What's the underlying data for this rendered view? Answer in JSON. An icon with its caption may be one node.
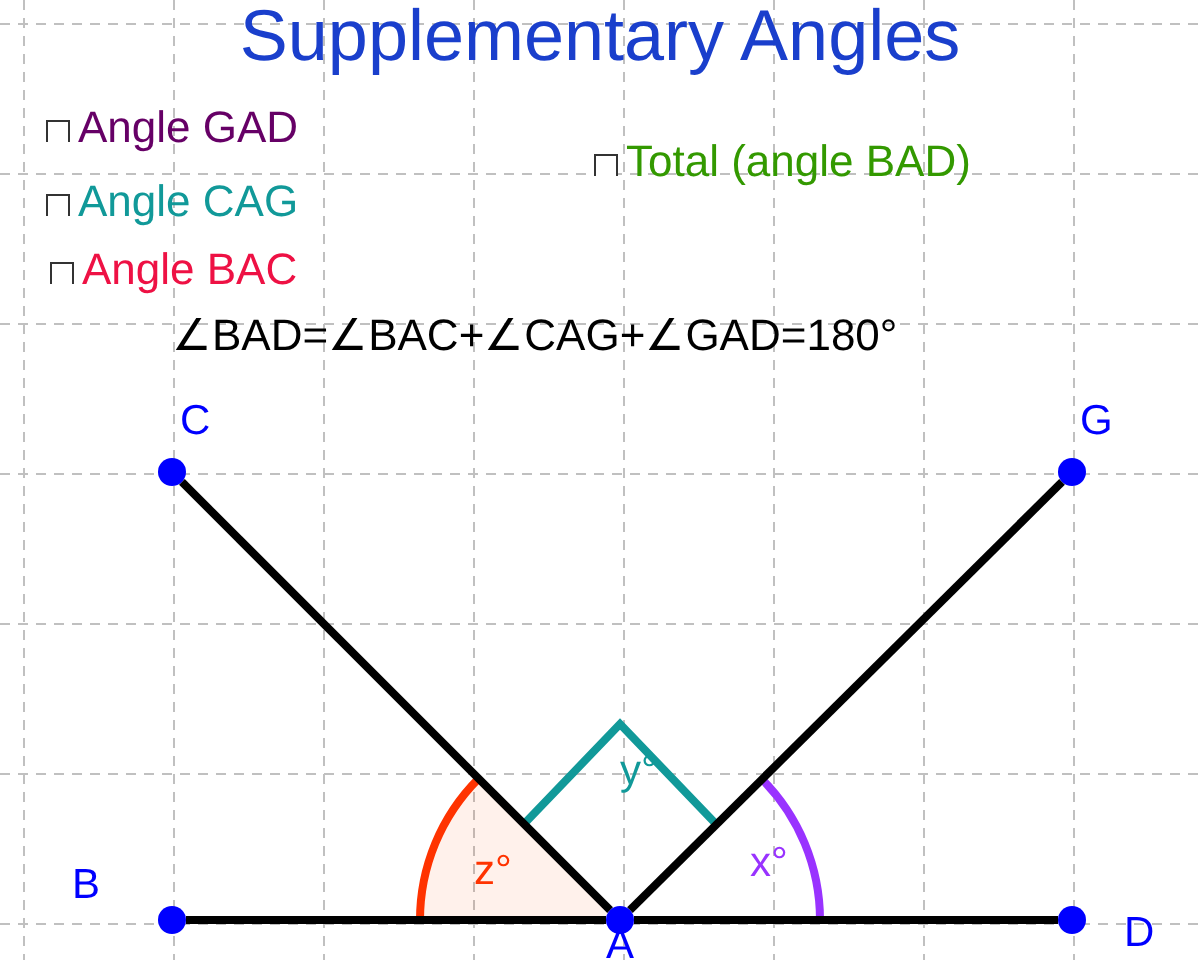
{
  "diagram": {
    "title": "Supplementary Angles",
    "nodes": [
      {
        "text": [
          "C"
        ]
      },
      {
        "text": [
          "G"
        ]
      },
      {
        "text": [
          "B"
        ]
      },
      {
        "text": [
          "A"
        ]
      },
      {
        "text": [
          "D"
        ]
      }
    ],
    "edges": [
      {
        "from": 2,
        "to": 3,
        "arrow": "none"
      },
      {
        "from": 3,
        "to": 4,
        "arrow": "none"
      },
      {
        "from": 3,
        "to": 0,
        "arrow": "none"
      },
      {
        "from": 3,
        "to": 1,
        "arrow": "none"
      }
    ],
    "labels": [
      "Angle GAD",
      "Total (angle BAD)",
      "Angle CAG",
      "Angle BAC",
      "∠BAD=∠BAC+∠CAG+∠GAD=180°",
      "y°",
      "z°",
      "x°"
    ]
  }
}
